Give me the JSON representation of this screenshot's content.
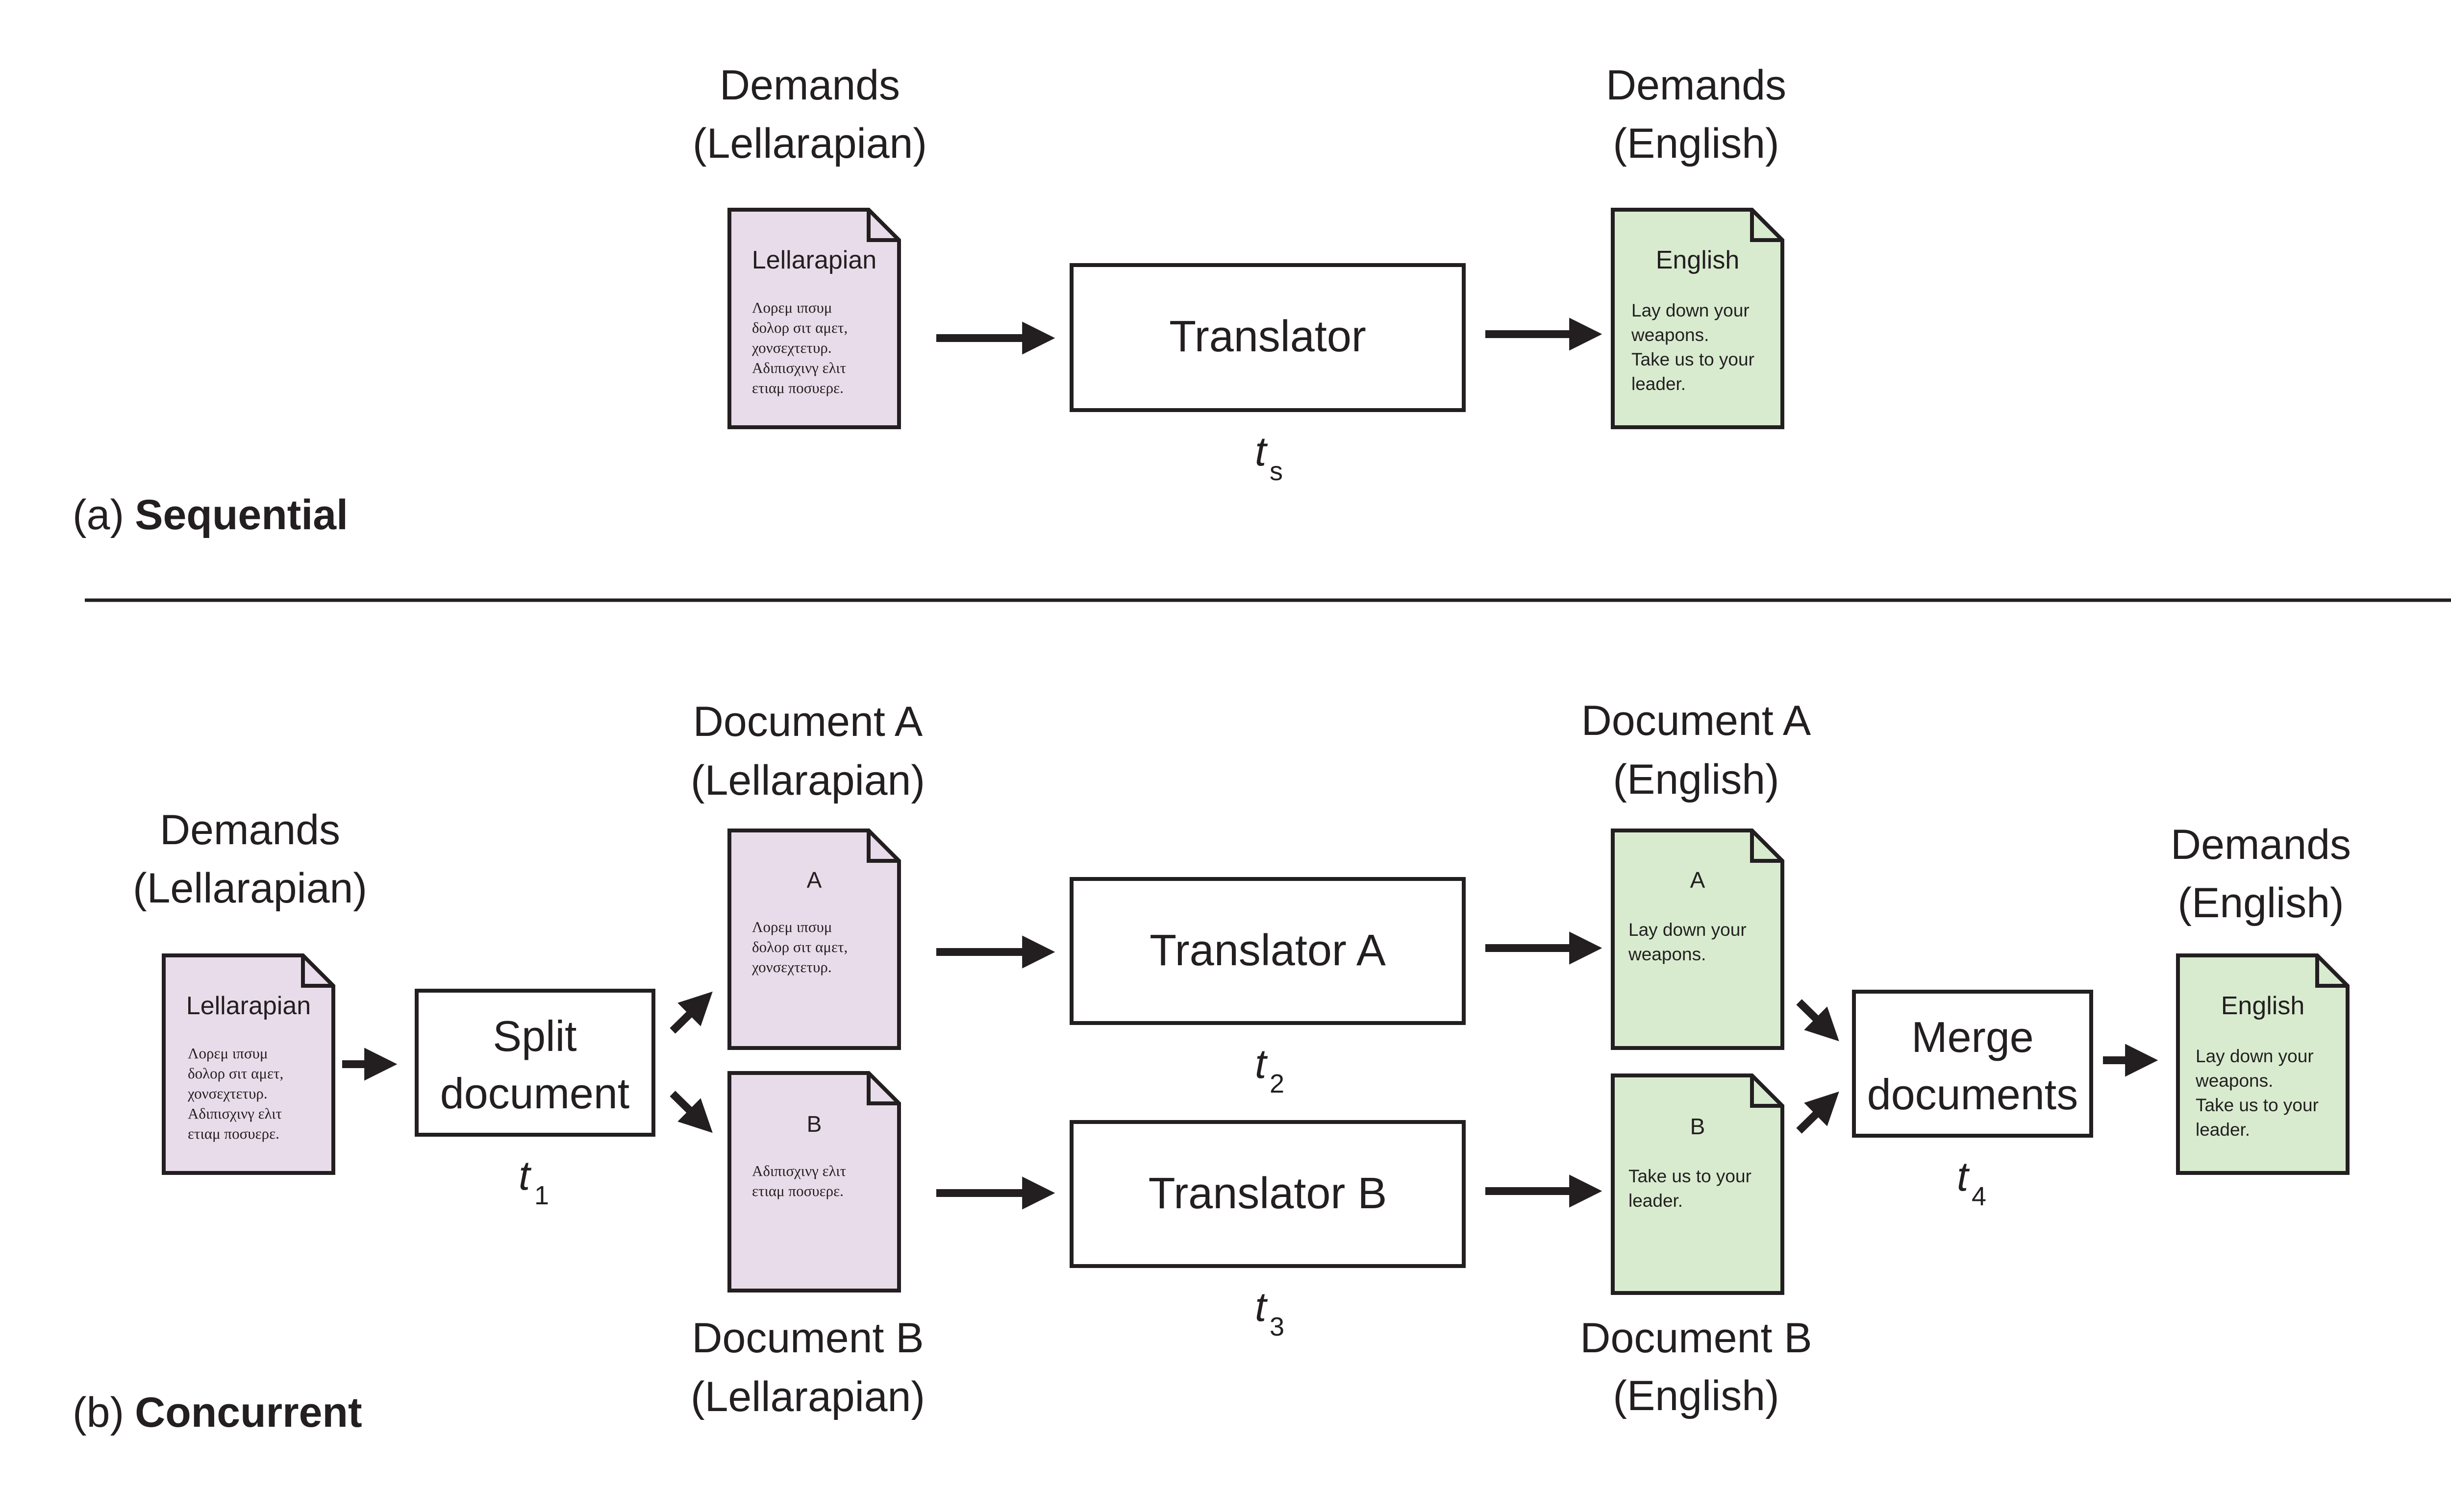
{
  "colors": {
    "ink": "#231f20",
    "lellarapian_page": "#e9dcea",
    "english_page": "#d8ebcf"
  },
  "sequential": {
    "caption_prefix": "(a)",
    "caption_bold": "Sequential",
    "input_label_line1": "Demands",
    "input_label_line2": "(Lellarapian)",
    "input_doc_title": "Lellarapian",
    "input_doc_lines": [
      "Λορεμ ιπσυμ",
      "δολορ σιτ αμετ,",
      "χονσεχτετυρ.",
      "Αδιπισχινγ ελιτ",
      "ετιαμ ποσυερε."
    ],
    "translator_label": "Translator",
    "time_var": "t",
    "time_sub": "s",
    "output_label_line1": "Demands",
    "output_label_line2": "(English)",
    "output_doc_title": "English",
    "output_doc_lines": [
      "Lay down your",
      "weapons.",
      "Take us to your",
      "leader."
    ]
  },
  "concurrent": {
    "caption_prefix": "(b)",
    "caption_bold": "Concurrent",
    "input_label_line1": "Demands",
    "input_label_line2": "(Lellarapian)",
    "input_doc_title": "Lellarapian",
    "input_doc_lines": [
      "Λορεμ ιπσυμ",
      "δολορ σιτ αμετ,",
      "χονσεχτετυρ.",
      "Αδιπισχινγ ελιτ",
      "ετιαμ ποσυερε."
    ],
    "split_line1": "Split",
    "split_line2": "document",
    "split_time_var": "t",
    "split_time_sub": "1",
    "doc_a_label_line1": "Document A",
    "doc_a_label_line2": "(Lellarapian)",
    "doc_a_title": "A",
    "doc_a_lines": [
      "Λορεμ ιπσυμ",
      "δολορ σιτ αμετ,",
      "χονσεχτετυρ."
    ],
    "doc_b_label_line1": "Document B",
    "doc_b_label_line2": "(Lellarapian)",
    "doc_b_title": "B",
    "doc_b_lines": [
      "Αδιπισχινγ ελιτ",
      "ετιαμ ποσυερε."
    ],
    "translator_a_label": "Translator A",
    "translator_a_time_var": "t",
    "translator_a_time_sub": "2",
    "translator_b_label": "Translator B",
    "translator_b_time_var": "t",
    "translator_b_time_sub": "3",
    "doc_a_en_label_line1": "Document A",
    "doc_a_en_label_line2": "(English)",
    "doc_a_en_title": "A",
    "doc_a_en_lines": [
      "Lay down your",
      "weapons."
    ],
    "doc_b_en_label_line1": "Document B",
    "doc_b_en_label_line2": "(English)",
    "doc_b_en_title": "B",
    "doc_b_en_lines": [
      "Take us to your",
      "leader."
    ],
    "merge_line1": "Merge",
    "merge_line2": "documents",
    "merge_time_var": "t",
    "merge_time_sub": "4",
    "output_label_line1": "Demands",
    "output_label_line2": "(English)",
    "output_doc_title": "English",
    "output_doc_lines": [
      "Lay down your",
      "weapons.",
      "Take us to your",
      "leader."
    ]
  }
}
